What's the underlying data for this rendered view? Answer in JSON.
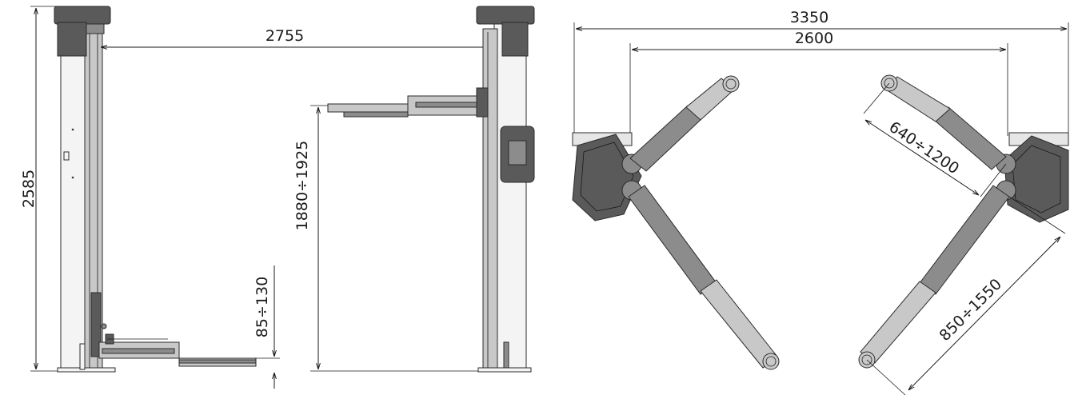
{
  "dimensions": {
    "total_height": "2585",
    "column_inner_width": "2755",
    "lifting_height": "1880÷1925",
    "min_pad_height": "85÷130",
    "overall_width": "3350",
    "column_spacing": "2600",
    "short_arm_range": "640÷1200",
    "long_arm_range": "850÷1550"
  },
  "colors": {
    "line": "#1a1a1a",
    "dark_metal": "#5a5a5a",
    "mid_metal": "#8c8c8c",
    "light_metal": "#c8c8c8"
  }
}
